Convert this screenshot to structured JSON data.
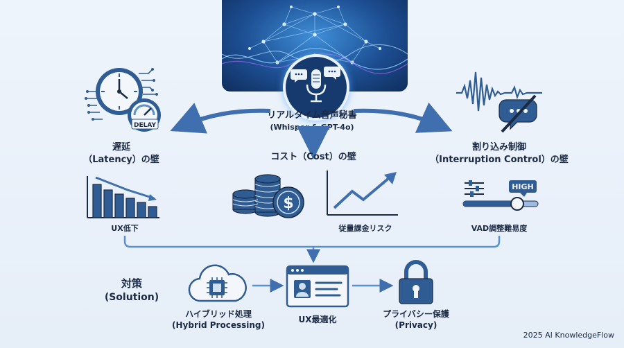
{
  "hero": {
    "title": "リアルタイム音声秘書",
    "subtitle": "(Whisper & GPT-4o)"
  },
  "challenges": {
    "latency": {
      "title": "遅延",
      "subtitle": "（Latency）の壁",
      "badge": "DELAY",
      "effect": "UX低下"
    },
    "cost": {
      "title": "コスト（Cost）の壁",
      "effect": "従量課金リスク"
    },
    "interruption": {
      "title": "割り込み制御",
      "subtitle": "（Interruption Control）の壁",
      "badge": "HIGH",
      "effect": "VAD調整難易度"
    }
  },
  "solution": {
    "heading": "対策",
    "heading_en": "(Solution)",
    "steps": [
      {
        "label": "ハイブリッド処理",
        "sublabel": "(Hybrid Processing)"
      },
      {
        "label": "UX最適化",
        "sublabel": ""
      },
      {
        "label": "プライバシー保護",
        "sublabel": "(Privacy)"
      }
    ]
  },
  "footer": {
    "credit": "2025 AI KnowledgeFlow"
  },
  "colors": {
    "primary": "#2f5d93",
    "light": "#5a8fd0",
    "dark": "#1b2a44",
    "arrow": "#3f6fae"
  }
}
